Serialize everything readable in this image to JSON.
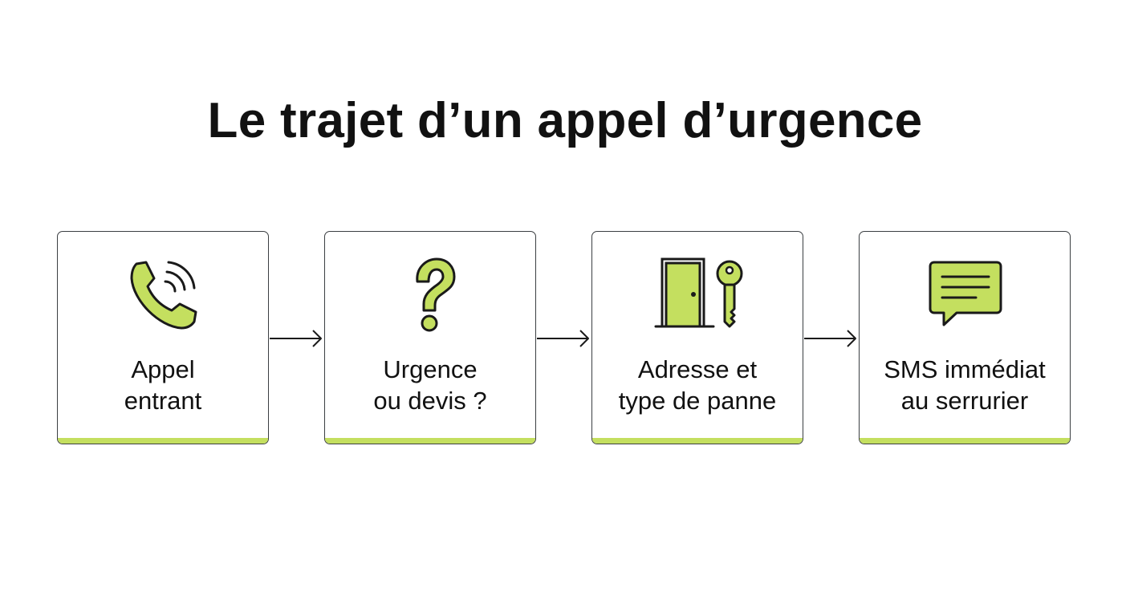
{
  "title": "Le trajet d’un appel d’urgence",
  "colors": {
    "accent": "#c4df5f",
    "border": "#3b3f42",
    "text": "#111111",
    "icon_stroke": "#1a1a1a"
  },
  "steps": [
    {
      "label": "Appel\nentrant",
      "icon": "phone-ringing-icon"
    },
    {
      "label": "Urgence\nou devis ?",
      "icon": "question-mark-icon"
    },
    {
      "label": "Adresse et\ntype de panne",
      "icon": "door-and-key-icon"
    },
    {
      "label": "SMS immédiat\nau serrurier",
      "icon": "message-bubble-icon"
    }
  ]
}
